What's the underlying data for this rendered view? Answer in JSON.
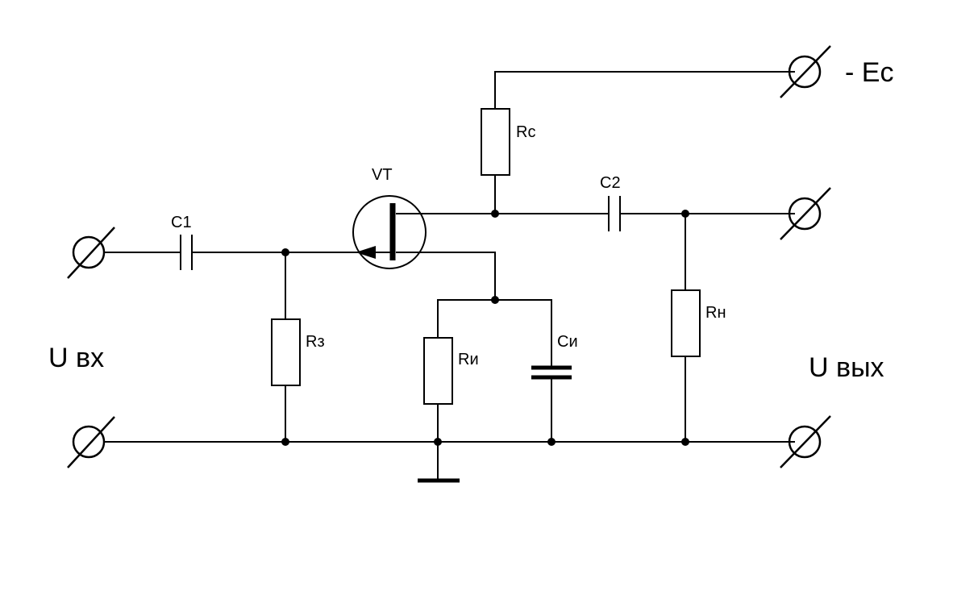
{
  "labels": {
    "vt": "VT",
    "c1": "C1",
    "c2": "C2",
    "rc": "Rc",
    "rz": "Rз",
    "ri": "Rи",
    "ci": "Cи",
    "rn": "Rн",
    "uin": "U вх",
    "uout": "U вых",
    "supply": "- Ec"
  },
  "colors": {
    "line": "#000000",
    "background": "#ffffff"
  }
}
